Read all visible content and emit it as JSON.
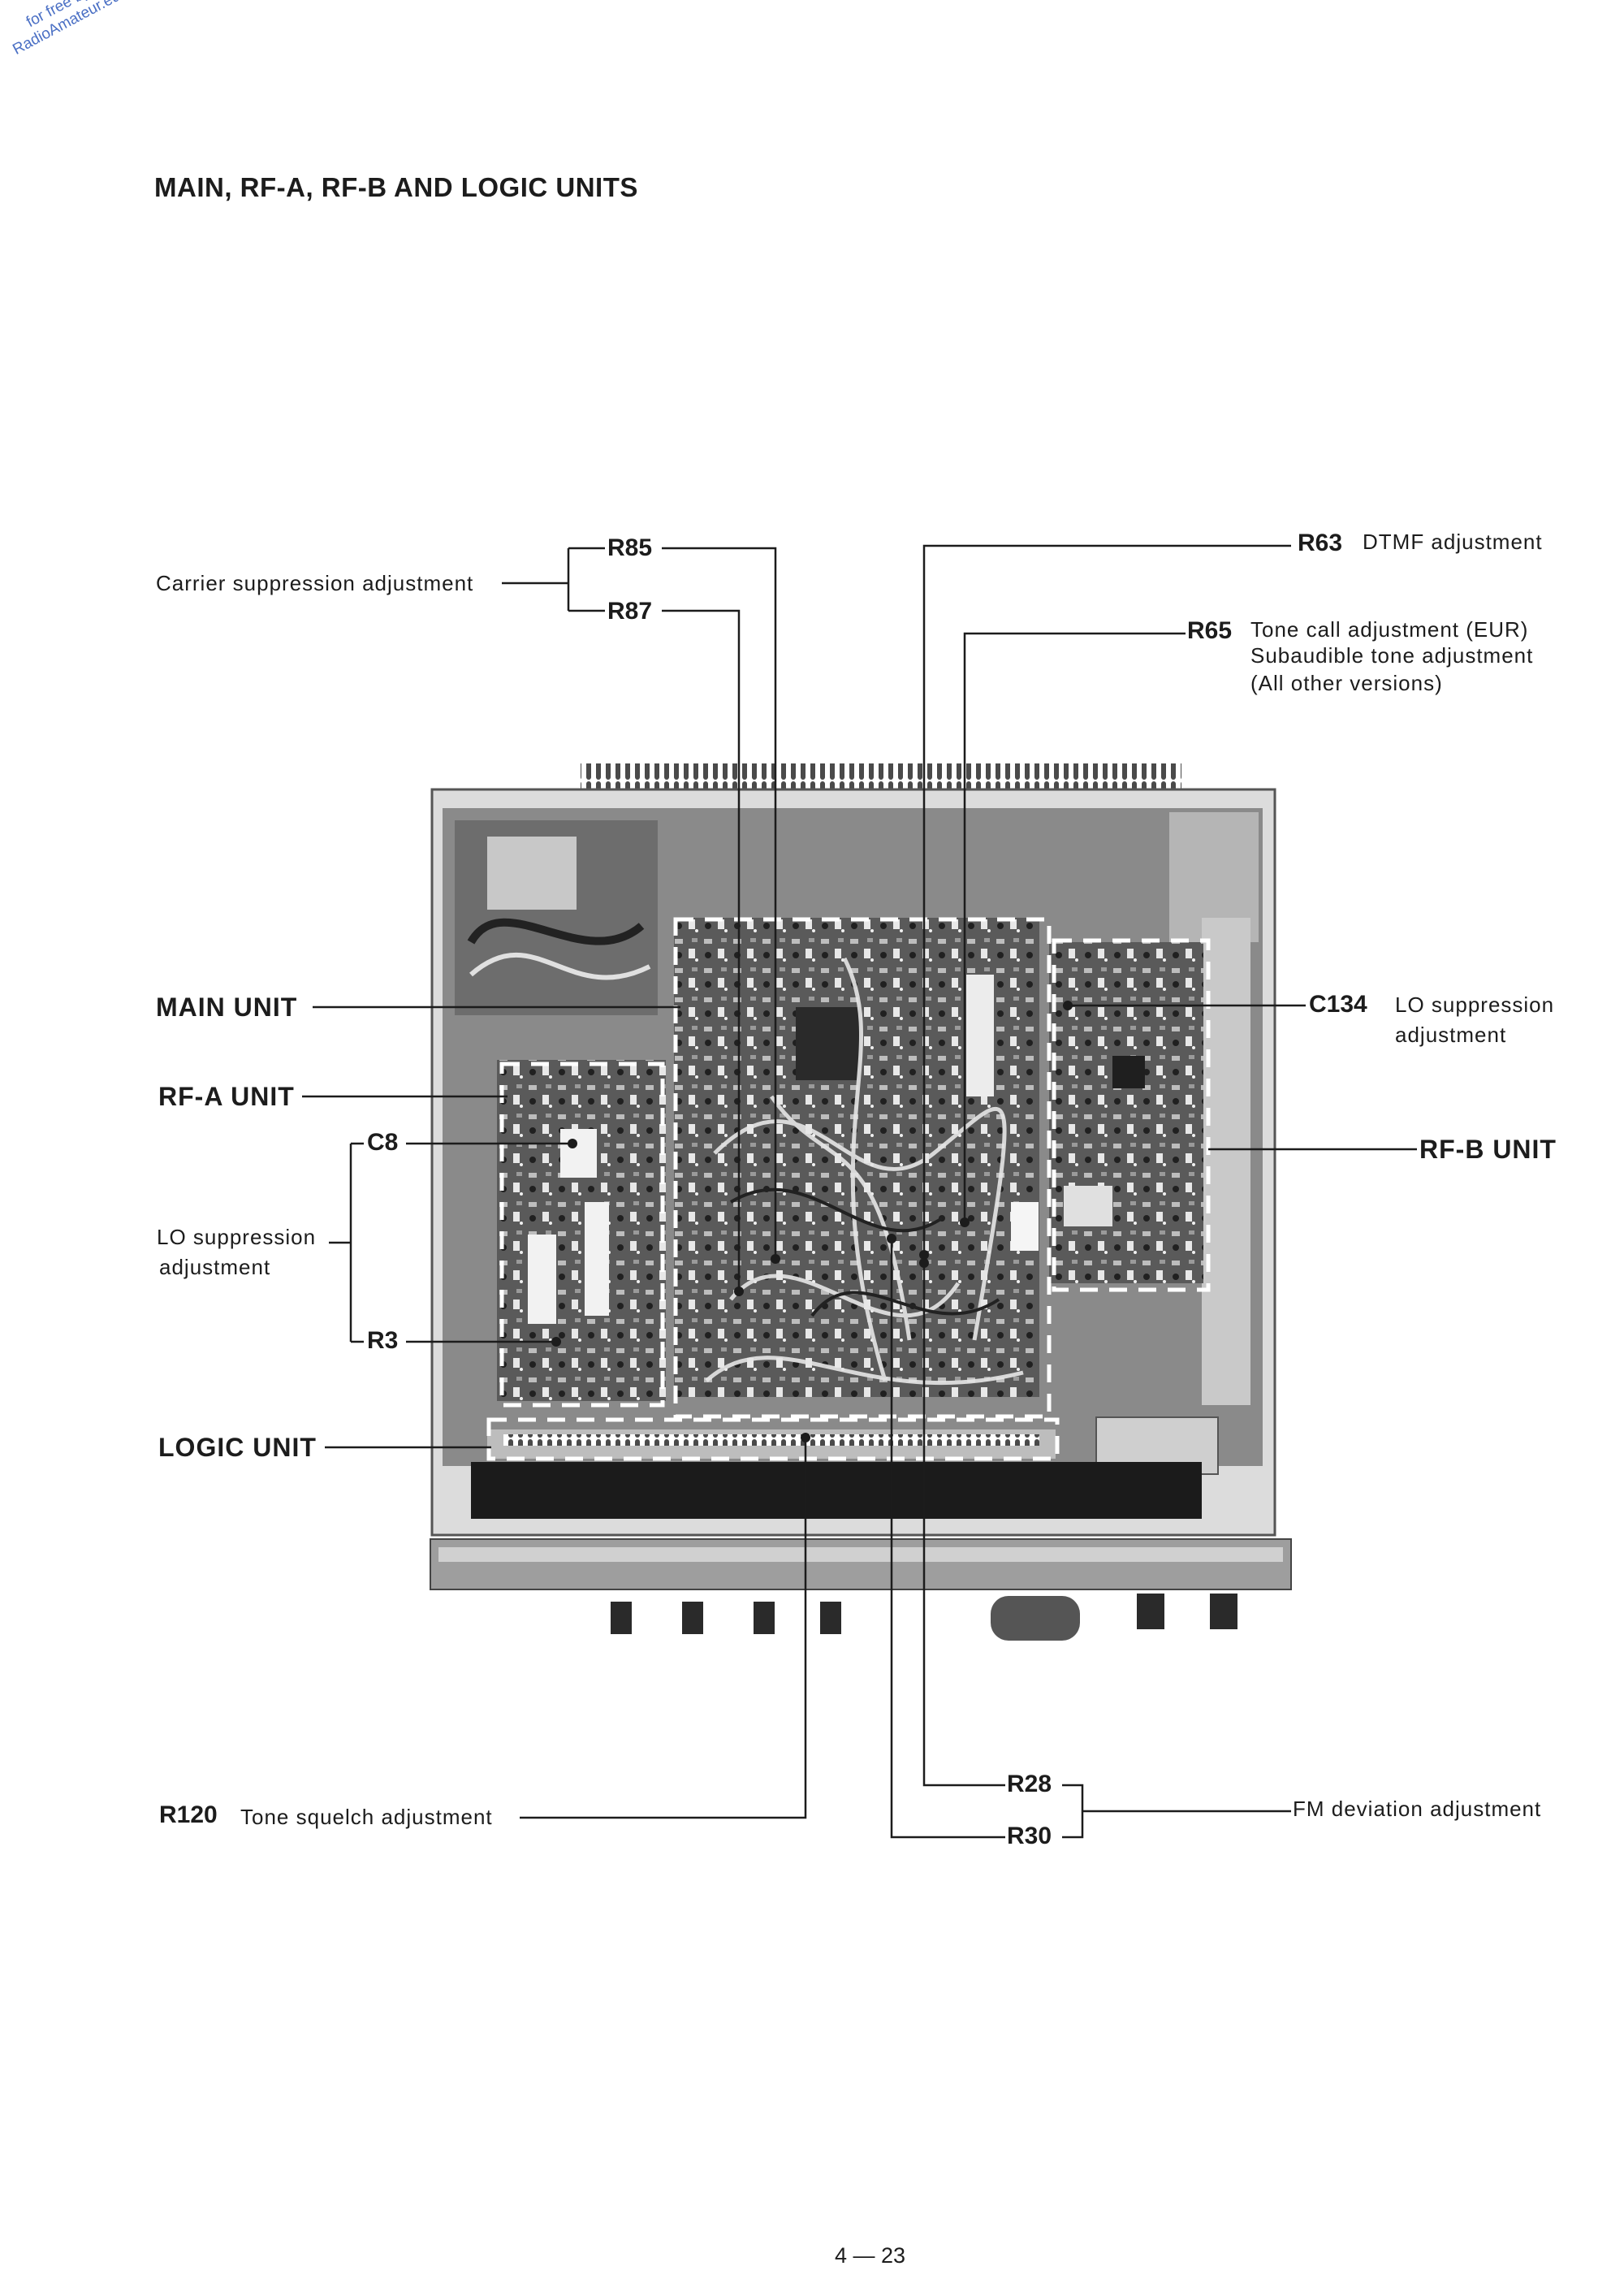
{
  "watermark": {
    "line1": "for free by",
    "line2": "RadioAmateur.eu"
  },
  "title": "MAIN, RF-A, RF-B AND LOGIC UNITS",
  "units": {
    "main": "MAIN UNIT",
    "rf_a": "RF-A UNIT",
    "rf_b": "RF-B UNIT",
    "logic": "LOGIC UNIT"
  },
  "callouts": {
    "carrier_suppression": "Carrier suppression adjustment",
    "r85": "R85",
    "r87": "R87",
    "r63": "R63",
    "r63_desc": "DTMF adjustment",
    "r65": "R65",
    "r65_desc_1": "Tone call adjustment (EUR)",
    "r65_desc_2": "Subaudible tone adjustment",
    "r65_desc_3": "(All other versions)",
    "c134": "C134",
    "c134_desc_1": "LO suppression",
    "c134_desc_2": "adjustment",
    "c8": "C8",
    "r3": "R3",
    "lo_supp_1": "LO suppression",
    "lo_supp_2": "adjustment",
    "r120": "R120",
    "r120_desc": "Tone squelch adjustment",
    "r28": "R28",
    "r30": "R30",
    "fm_deviation": "FM deviation adjustment"
  },
  "page_number": "4 — 23",
  "colors": {
    "ink": "#1c1c1c",
    "watermark": "#4a6fc4",
    "chassis": "#d9d9d9",
    "board": "#3a3a3a"
  }
}
